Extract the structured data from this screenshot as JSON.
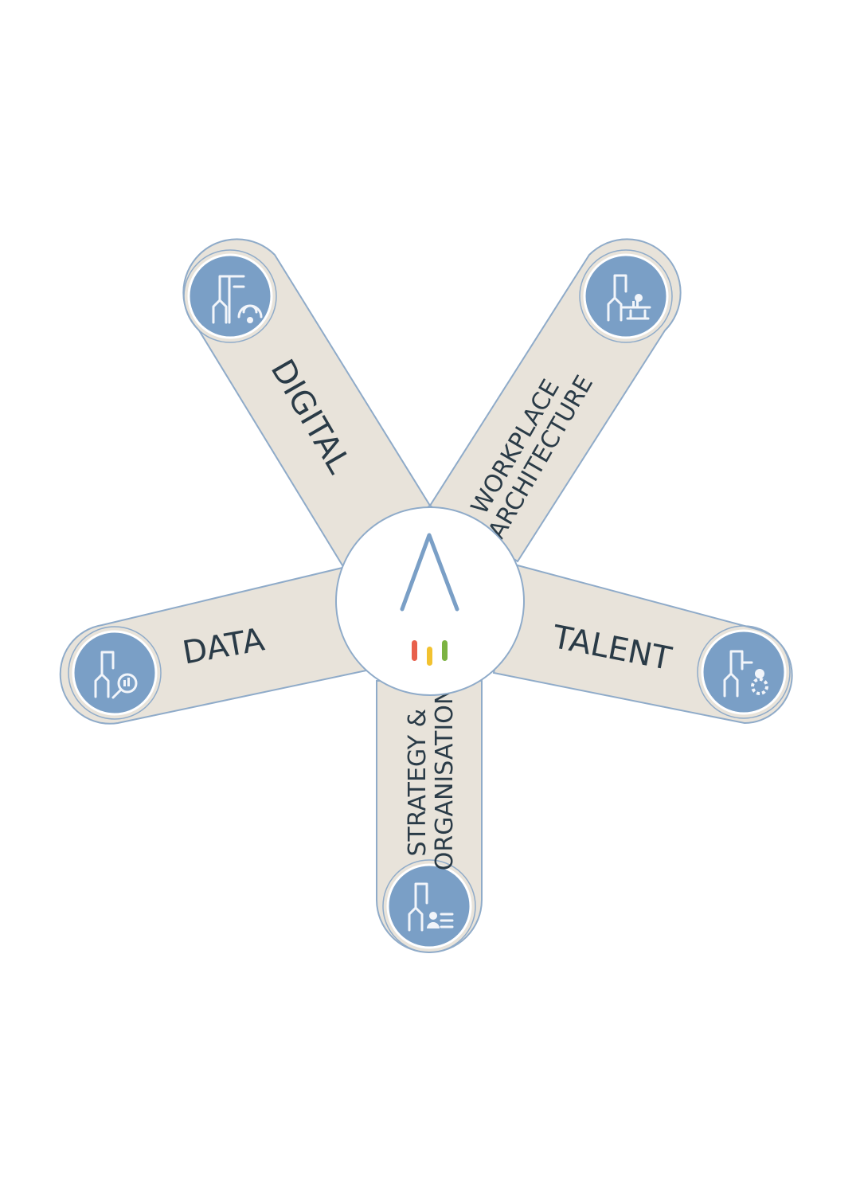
{
  "arms": [
    {
      "id": "digital",
      "label_lines": [
        "DIGITAL"
      ],
      "icon": "building-wifi-icon"
    },
    {
      "id": "workplace",
      "label_lines": [
        "WORKPLACE",
        "ARCHITECTURE"
      ],
      "icon": "building-desk-icon"
    },
    {
      "id": "talent",
      "label_lines": [
        "TALENT"
      ],
      "icon": "building-people-gear-icon"
    },
    {
      "id": "strategy",
      "label_lines": [
        "STRATEGY &",
        "ORGANISATION"
      ],
      "icon": "building-person-list-icon"
    },
    {
      "id": "data",
      "label_lines": [
        "DATA"
      ],
      "icon": "building-magnifier-icon"
    }
  ],
  "hub": {
    "logo": "caret-logo-icon",
    "bar_colors": [
      "#e8604c",
      "#f2c230",
      "#7cb342"
    ]
  },
  "colors": {
    "arm_fill": "#e8e3da",
    "arm_stroke": "#8fabc9",
    "icon_circle": "#7a9fc6",
    "text": "#2a3b47"
  }
}
